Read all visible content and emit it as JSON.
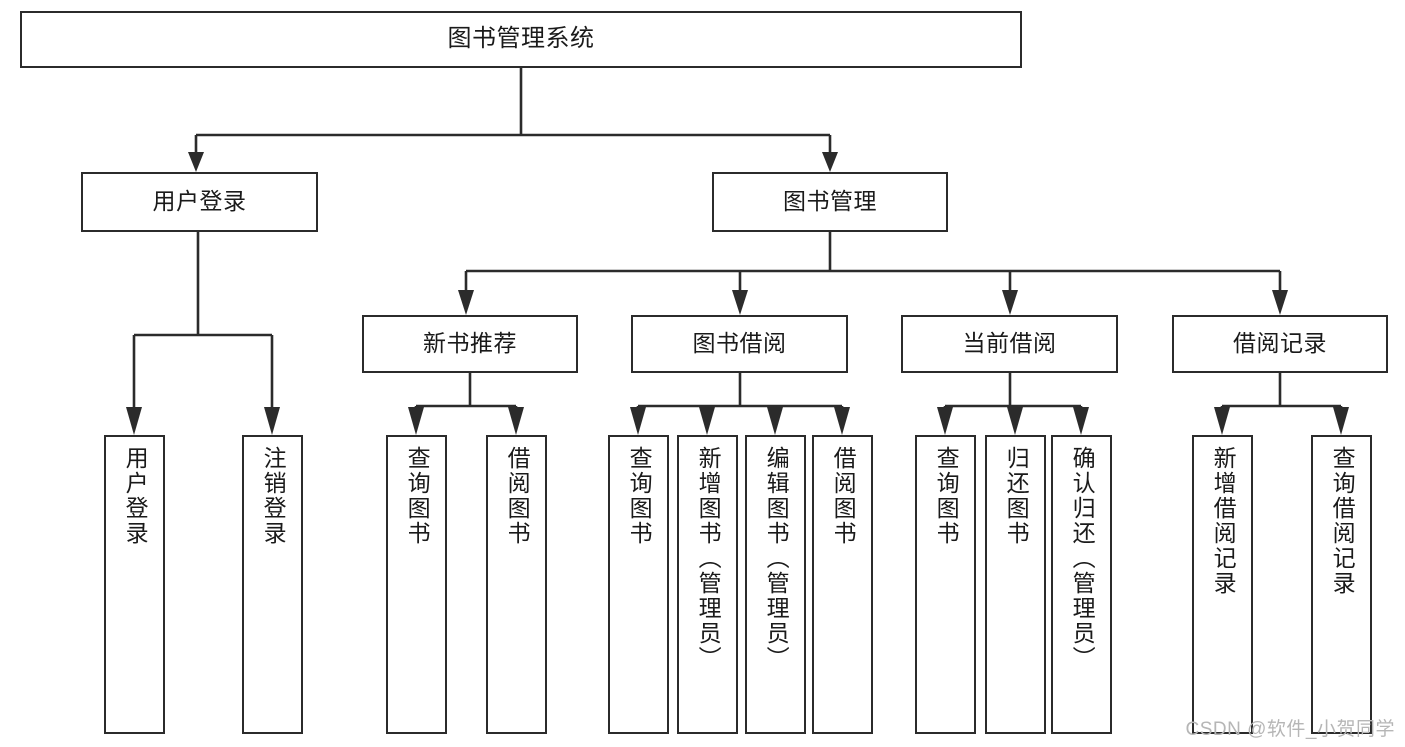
{
  "diagram": {
    "title": "图书管理系统",
    "type": "hierarchy-flowchart",
    "watermark": "CSDN @软件_小贺同学",
    "colors": {
      "stroke": "#2b2b2b",
      "fill": "#ffffff",
      "text": "#1a1a1a",
      "watermark": "#b6b6b6"
    },
    "root": {
      "id": "root",
      "label": "图书管理系统"
    },
    "level1": [
      {
        "id": "user-login",
        "label": "用户登录"
      },
      {
        "id": "book-manage",
        "label": "图书管理"
      }
    ],
    "level2": [
      {
        "id": "new-book-rec",
        "label": "新书推荐"
      },
      {
        "id": "book-borrow",
        "label": "图书借阅"
      },
      {
        "id": "current-borrow",
        "label": "当前借阅"
      },
      {
        "id": "borrow-record",
        "label": "借阅记录"
      }
    ],
    "leaves": {
      "user_login": [
        {
          "id": "leaf-user-login",
          "label": "用户登录"
        },
        {
          "id": "leaf-logout",
          "label": "注销登录"
        }
      ],
      "new_book_rec": [
        {
          "id": "leaf-query-book-1",
          "label": "查询图书"
        },
        {
          "id": "leaf-borrow-book-1",
          "label": "借阅图书"
        }
      ],
      "book_borrow": [
        {
          "id": "leaf-query-book-2",
          "label": "查询图书"
        },
        {
          "id": "leaf-add-book",
          "label": "新增图书（管理员）"
        },
        {
          "id": "leaf-edit-book",
          "label": "编辑图书（管理员）"
        },
        {
          "id": "leaf-borrow-book-2",
          "label": "借阅图书"
        }
      ],
      "current_borrow": [
        {
          "id": "leaf-query-book-3",
          "label": "查询图书"
        },
        {
          "id": "leaf-return-book",
          "label": "归还图书"
        },
        {
          "id": "leaf-confirm-return",
          "label": "确认归还（管理员）"
        }
      ],
      "borrow_record": [
        {
          "id": "leaf-add-record",
          "label": "新增借阅记录"
        },
        {
          "id": "leaf-query-record",
          "label": "查询借阅记录"
        }
      ]
    }
  }
}
